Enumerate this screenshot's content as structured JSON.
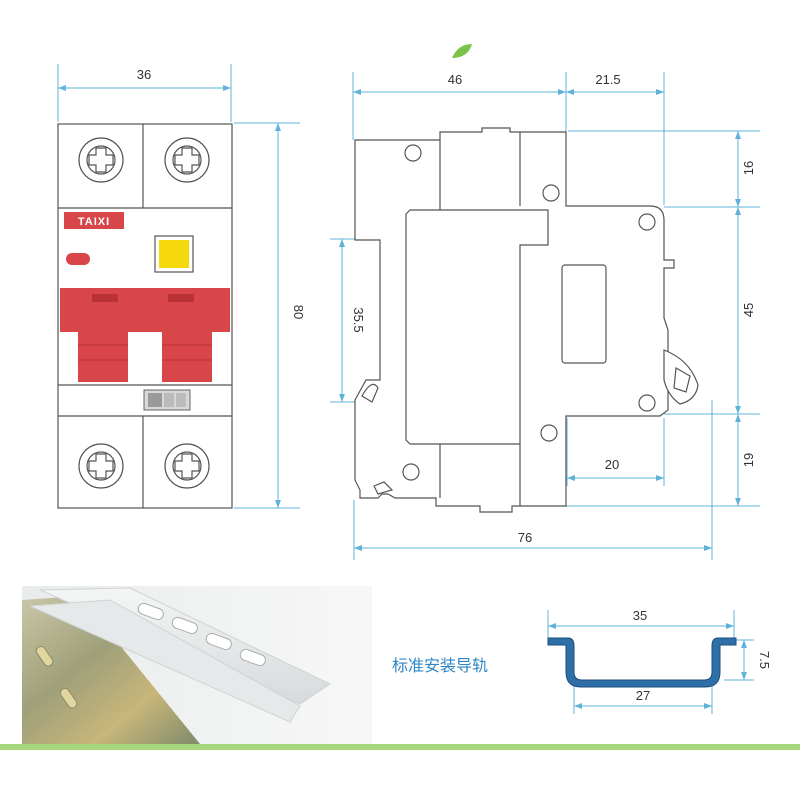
{
  "colors": {
    "dimension_line": "#5fb3d9",
    "outline": "#555555",
    "breaker_red": "#d9464a",
    "indicator_yellow": "#f5d90c",
    "rail_blue": "#2f6fa8",
    "label_blue": "#2f86c6",
    "accent_green": "#7bc24a"
  },
  "icons": {
    "screw": "phillips-screw-icon",
    "leaf": "leaf-icon"
  },
  "front_view": {
    "brand": "TAIXI",
    "width_label": "36",
    "height_label": "80"
  },
  "side_view": {
    "top_left_width": "46",
    "top_right_width": "21.5",
    "right_top_height": "16",
    "right_mid_height": "45",
    "right_bottom_height": "19",
    "left_inner_height": "35.5",
    "inner_width": "20",
    "total_width": "76"
  },
  "din_rail": {
    "caption": "标准安装导轨",
    "top_width": "35",
    "bottom_width": "27",
    "depth": "7.5"
  }
}
